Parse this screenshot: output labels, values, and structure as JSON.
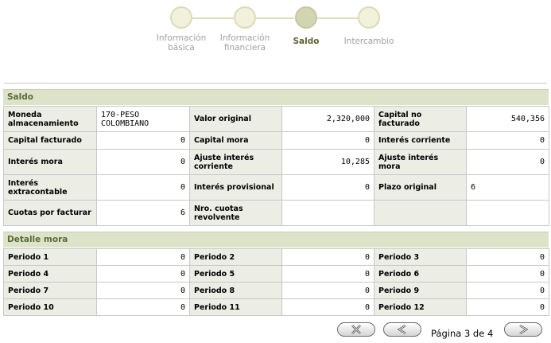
{
  "stepper": {
    "steps": [
      {
        "label": "Información básica",
        "line1": "Información",
        "line2": "básica",
        "active": false
      },
      {
        "label": "Información financiera",
        "line1": "Información",
        "line2": "financiera",
        "active": false
      },
      {
        "label": "Saldo",
        "line1": "Saldo",
        "line2": "",
        "active": true
      },
      {
        "label": "Intercambio",
        "line1": "Intercambio",
        "line2": "",
        "active": false
      }
    ]
  },
  "saldo": {
    "title": "Saldo",
    "rows": [
      [
        "Moneda almacenamiento",
        "170-PESO COLOMBIANO",
        "Valor original",
        "2,320,000",
        "Capital no facturado",
        "540,356"
      ],
      [
        "Capital facturado",
        "0",
        "Capital mora",
        "0",
        "Interés corriente",
        "0"
      ],
      [
        "Interés mora",
        "0",
        "Ajuste interés corriente",
        "10,285",
        "Ajuste interés mora",
        "0"
      ],
      [
        "Interés extracontable",
        "0",
        "Interés provisional",
        "0",
        "Plazo original",
        "6"
      ],
      [
        "Cuotas por facturar",
        "6",
        "Nro. cuotas revolvente",
        "",
        "",
        ""
      ]
    ]
  },
  "detalle_mora": {
    "title": "Detalle mora",
    "rows": [
      [
        "Periodo 1",
        "0",
        "Periodo 2",
        "0",
        "Periodo 3",
        "0"
      ],
      [
        "Periodo 4",
        "0",
        "Periodo 5",
        "0",
        "Periodo 6",
        "0"
      ],
      [
        "Periodo 7",
        "0",
        "Periodo 8",
        "0",
        "Periodo 9",
        "0"
      ],
      [
        "Periodo 10",
        "0",
        "Periodo 11",
        "0",
        "Periodo 12",
        "0"
      ]
    ]
  },
  "navigation": {
    "close_icon": "close-x-icon",
    "prev_icon": "chevron-left-icon",
    "next_icon": "chevron-right-icon",
    "page_text": "Página 3 de 4"
  }
}
